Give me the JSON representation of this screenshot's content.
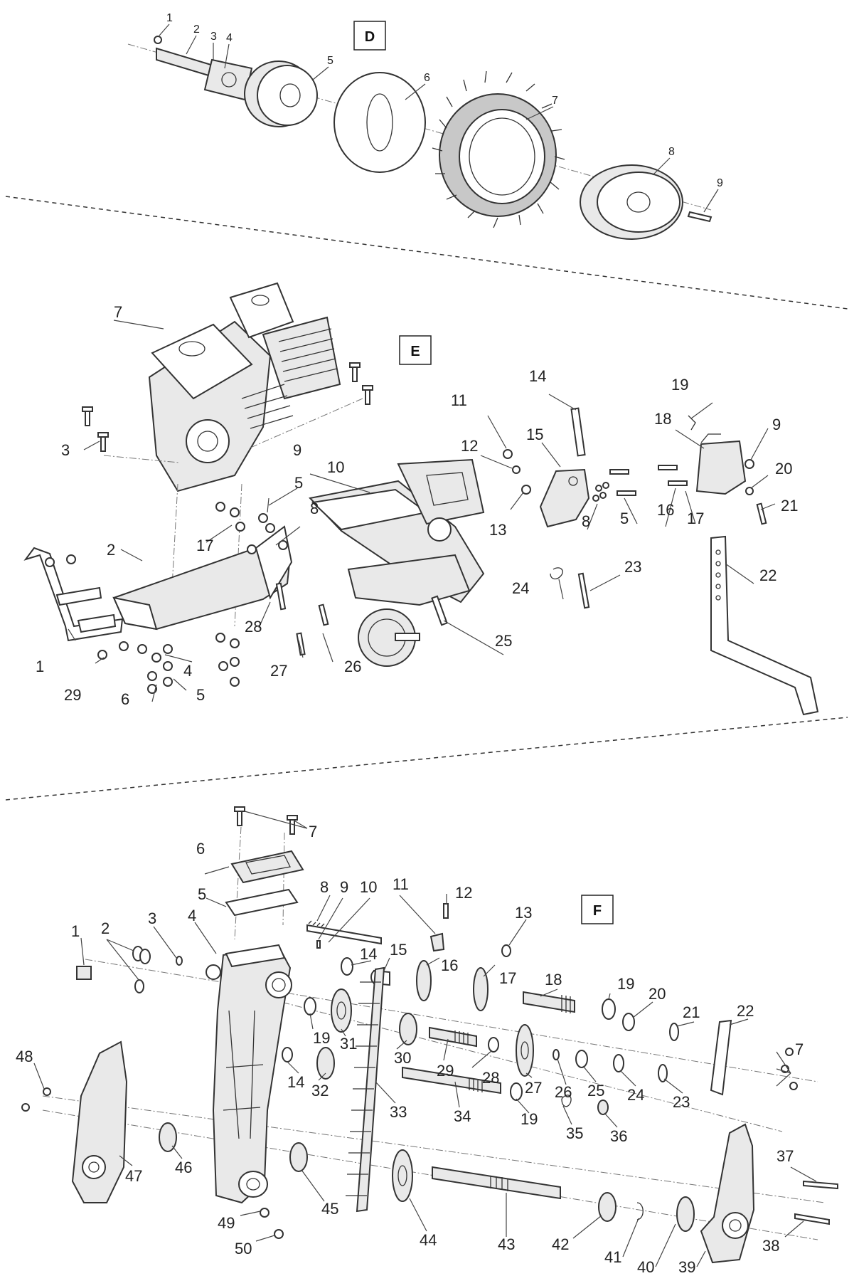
{
  "sections": [
    {
      "id": "D",
      "letter": "D",
      "callouts": [
        "1",
        "2",
        "3",
        "4",
        "5",
        "6",
        "7",
        "8",
        "9"
      ]
    },
    {
      "id": "E",
      "letter": "E",
      "callouts": [
        "1",
        "2",
        "3",
        "4",
        "5",
        "5",
        "5",
        "6",
        "7",
        "8",
        "8",
        "9",
        "9",
        "10",
        "11",
        "12",
        "13",
        "14",
        "15",
        "16",
        "17",
        "17",
        "18",
        "19",
        "20",
        "21",
        "22",
        "23",
        "24",
        "25",
        "26",
        "27",
        "28",
        "29"
      ]
    },
    {
      "id": "F",
      "letter": "F",
      "callouts": [
        "1",
        "2",
        "3",
        "4",
        "5",
        "6",
        "7",
        "7",
        "8",
        "9",
        "10",
        "11",
        "12",
        "13",
        "14",
        "14",
        "15",
        "16",
        "17",
        "18",
        "19",
        "19",
        "19",
        "20",
        "21",
        "22",
        "23",
        "24",
        "25",
        "26",
        "27",
        "28",
        "29",
        "30",
        "31",
        "32",
        "33",
        "34",
        "35",
        "36",
        "37",
        "38",
        "39",
        "40",
        "41",
        "42",
        "43",
        "44",
        "45",
        "46",
        "47",
        "48",
        "49",
        "50"
      ]
    }
  ]
}
